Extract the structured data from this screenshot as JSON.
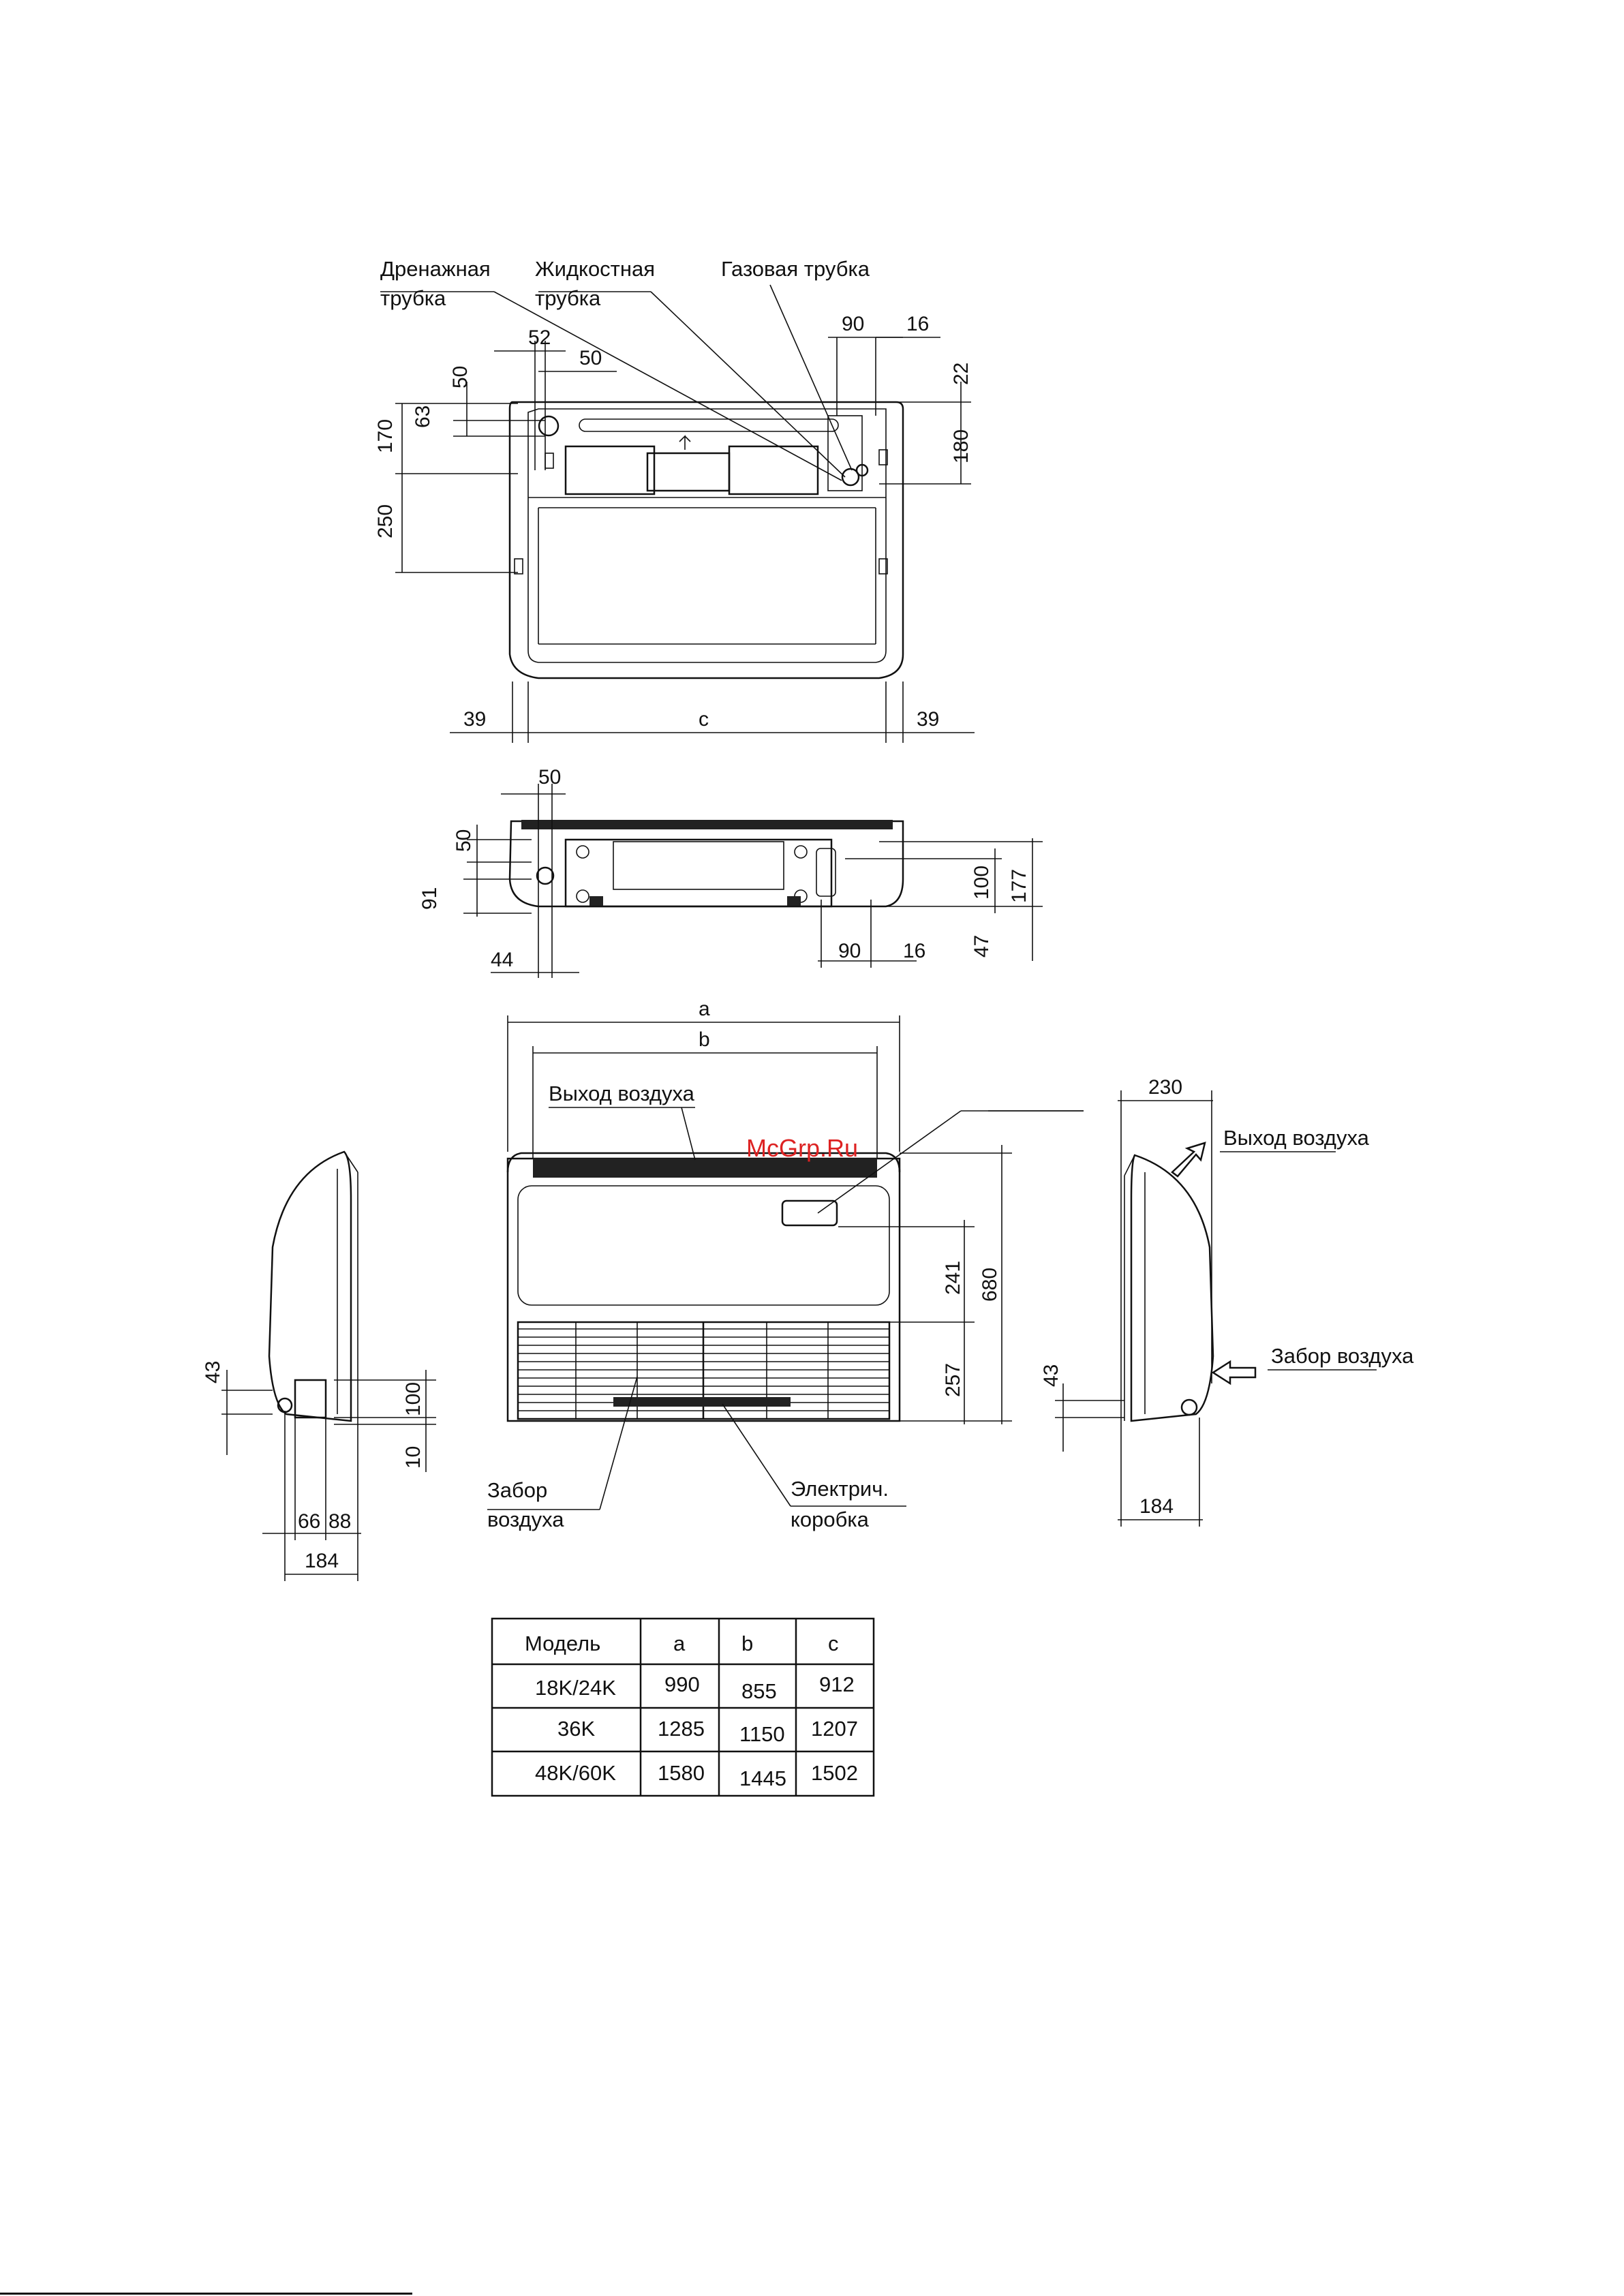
{
  "labels": {
    "drain_pipe_1": "Дренажная",
    "drain_pipe_2": "трубка",
    "liquid_pipe_1": "Жидкостная",
    "liquid_pipe_2": "трубка",
    "gas_pipe": "Газовая трубка",
    "air_out_front": "Выход воздуха",
    "air_out_side": "Выход воздуха",
    "air_in_side": "Забор воздуха",
    "air_in_front_1": "Забор",
    "air_in_front_2": "воздуха",
    "elec_box_1": "Электрич.",
    "elec_box_2": "коробка",
    "watermark": "McGrp.Ru"
  },
  "dims_top": {
    "d52": "52",
    "d50a": "50",
    "d50b": "50",
    "d63": "63",
    "d170": "170",
    "d250": "250",
    "d90": "90",
    "d16": "16",
    "d22": "22",
    "d180": "180",
    "d39l": "39",
    "dc": "c",
    "d39r": "39"
  },
  "dims_mid": {
    "d50top": "50",
    "d50": "50",
    "d91": "91",
    "d44": "44",
    "d100": "100",
    "d177": "177",
    "d47": "47",
    "d90": "90",
    "d16": "16"
  },
  "dims_front": {
    "da": "a",
    "db": "b",
    "d241": "241",
    "d680": "680",
    "d257": "257"
  },
  "dims_left": {
    "d43": "43",
    "d100": "100",
    "d10": "10",
    "d66": "66",
    "d88": "88",
    "d184": "184"
  },
  "dims_right": {
    "d230": "230",
    "d43": "43",
    "d184": "184"
  },
  "table": {
    "headers": [
      "Модель",
      "a",
      "b",
      "c"
    ],
    "rows": [
      [
        "18K/24K",
        "990",
        "855",
        "912"
      ],
      [
        "36K",
        "1285",
        "1150",
        "1207"
      ],
      [
        "48K/60K",
        "1580",
        "1445",
        "1502"
      ]
    ]
  }
}
